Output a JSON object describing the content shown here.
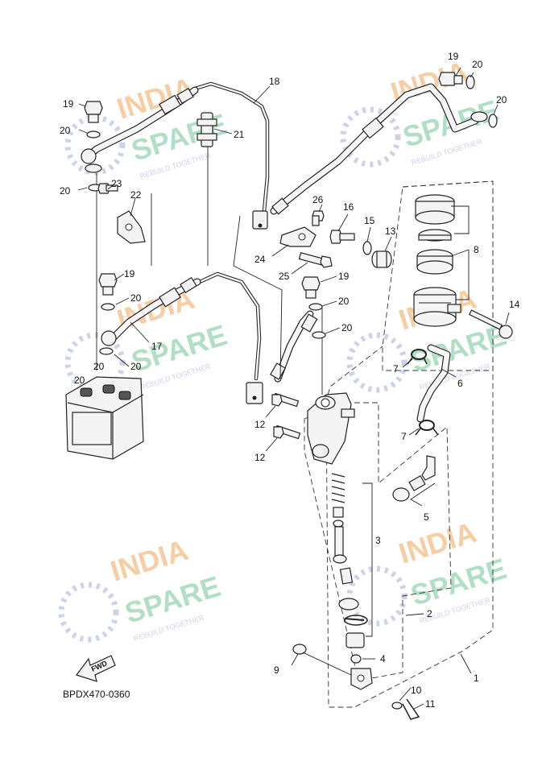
{
  "diagram": {
    "code": "BPDX470-0360",
    "direction_label": "FWD",
    "watermark": {
      "line1": "INDIA",
      "line2": "SPARE",
      "tagline": "REBUILD TOGETHER",
      "colors": {
        "orange": "#f7c89a",
        "green": "#a9dcc0",
        "blue": "#c9cde8"
      }
    },
    "callouts": [
      "19",
      "20",
      "20",
      "20",
      "23",
      "22",
      "18",
      "21",
      "19",
      "20",
      "20",
      "17",
      "20",
      "19",
      "20",
      "16",
      "26",
      "15",
      "13",
      "8",
      "24",
      "25",
      "19",
      "20",
      "20",
      "14",
      "7",
      "6",
      "7",
      "12",
      "12",
      "5",
      "3",
      "2",
      "9",
      "4",
      "10",
      "11",
      "1"
    ]
  }
}
